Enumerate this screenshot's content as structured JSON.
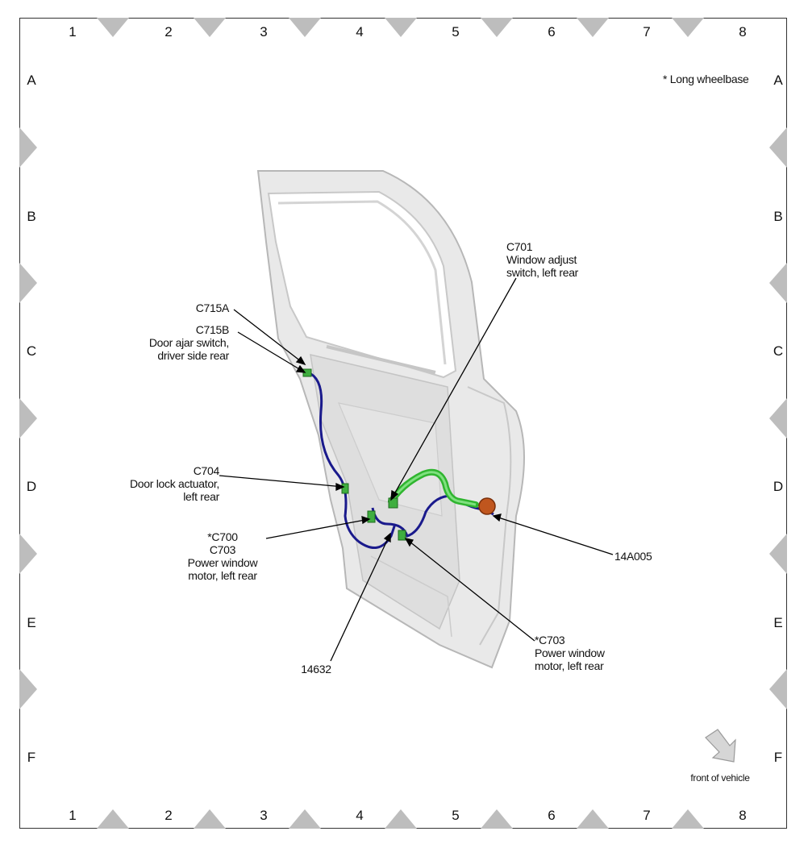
{
  "grid": {
    "columns": [
      "1",
      "2",
      "3",
      "4",
      "5",
      "6",
      "7",
      "8"
    ],
    "rows": [
      "A",
      "B",
      "C",
      "D",
      "E",
      "F"
    ]
  },
  "note": "* Long wheelbase",
  "direction_label": "front of vehicle",
  "callouts": {
    "c715a": "C715A",
    "c715b": [
      "C715B",
      "Door ajar switch,",
      "driver side rear"
    ],
    "c701": [
      "C701",
      "Window adjust",
      "switch, left rear"
    ],
    "c704": [
      "C704",
      "Door lock actuator,",
      "left rear"
    ],
    "c700": [
      "*C700",
      "C703",
      "Power window",
      "motor, left rear"
    ],
    "c703": [
      "*C703",
      "Power window",
      "motor, left rear"
    ],
    "p14632": "14632",
    "p14a005": "14A005"
  },
  "colors": {
    "harness": "#1a1a8c",
    "connector": "#3fae3f",
    "grommet": "#c0561e",
    "door_fill": "#e9e9e9",
    "door_edge": "#b7b7b7",
    "grid_marker": "#bdbdbd"
  }
}
